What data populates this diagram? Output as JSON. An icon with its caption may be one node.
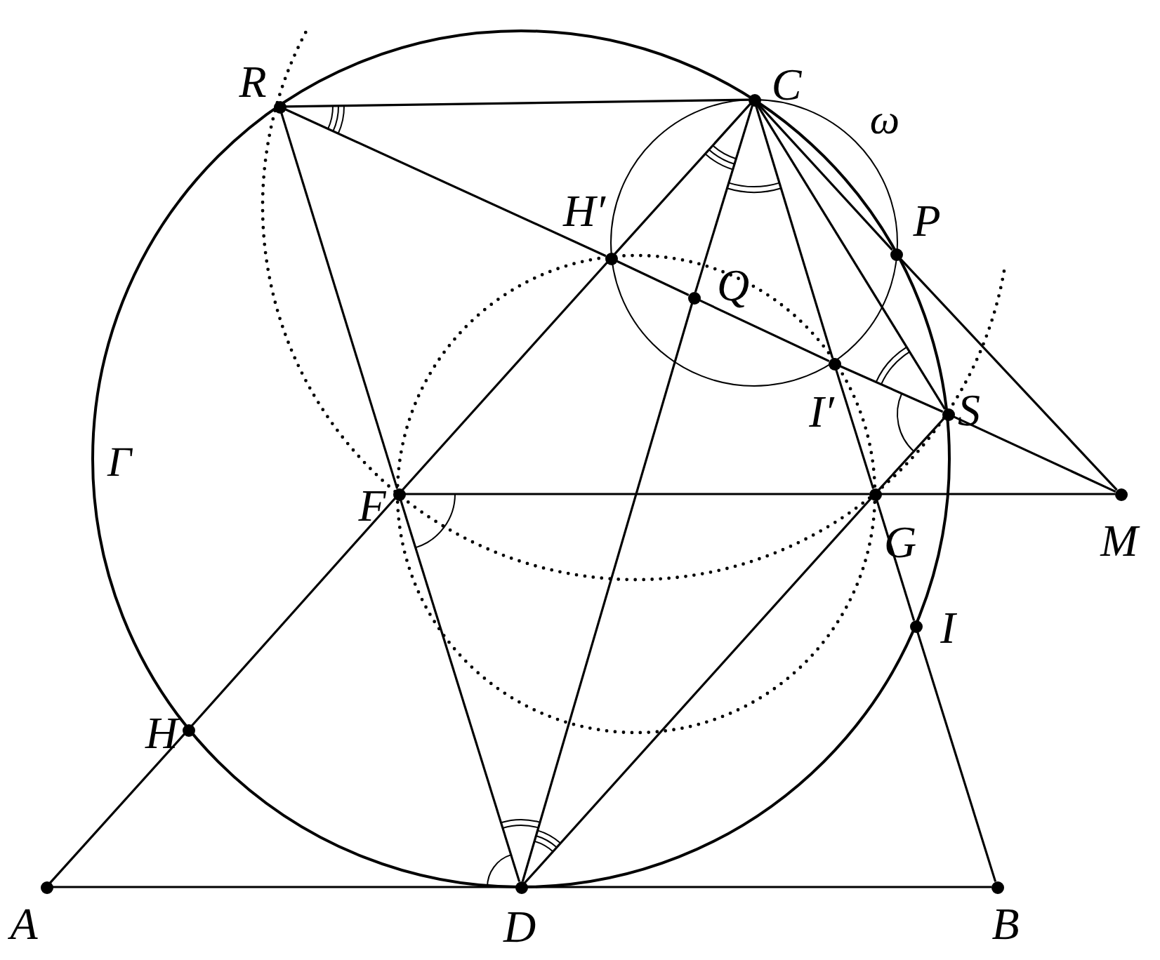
{
  "diagram": {
    "nodes": [
      {
        "text": [],
        "shape": "circle",
        "beside": [
          "R"
        ]
      },
      {
        "text": [],
        "shape": "circle",
        "beside": [
          "C"
        ]
      },
      {
        "text": [],
        "shape": "circle",
        "beside": [
          "H′"
        ]
      },
      {
        "text": [],
        "shape": "circle",
        "beside": [
          "Q"
        ]
      },
      {
        "text": [],
        "shape": "circle",
        "beside": [
          "P"
        ]
      },
      {
        "text": [],
        "shape": "circle",
        "beside": [
          "I′"
        ]
      },
      {
        "text": [],
        "shape": "circle",
        "beside": [
          "S"
        ]
      },
      {
        "text": [],
        "shape": "circle",
        "beside": [
          "F"
        ]
      },
      {
        "text": [],
        "shape": "circle",
        "beside": [
          "G"
        ]
      },
      {
        "text": [],
        "shape": "circle",
        "beside": [
          "M"
        ]
      },
      {
        "text": [],
        "shape": "circle",
        "beside": [
          "I"
        ]
      },
      {
        "text": [],
        "shape": "circle",
        "beside": [
          "H"
        ]
      },
      {
        "text": [],
        "shape": "circle",
        "beside": [
          "A"
        ]
      },
      {
        "text": [],
        "shape": "circle",
        "beside": [
          "D"
        ]
      },
      {
        "text": [],
        "shape": "circle",
        "beside": [
          "B"
        ]
      }
    ],
    "edges": [
      {
        "from": 12,
        "to": 11,
        "arrow": "none"
      },
      {
        "from": 11,
        "to": 7,
        "arrow": "none"
      },
      {
        "from": 7,
        "to": 2,
        "arrow": "none"
      },
      {
        "from": 2,
        "to": 1,
        "arrow": "none"
      },
      {
        "from": 12,
        "to": 13,
        "arrow": "none"
      },
      {
        "from": 13,
        "to": 14,
        "arrow": "none"
      },
      {
        "from": 14,
        "to": 10,
        "arrow": "none"
      },
      {
        "from": 10,
        "to": 8,
        "arrow": "none"
      },
      {
        "from": 8,
        "to": 5,
        "arrow": "none"
      },
      {
        "from": 5,
        "to": 1,
        "arrow": "none"
      },
      {
        "from": 13,
        "to": 3,
        "arrow": "none"
      },
      {
        "from": 3,
        "to": 1,
        "arrow": "none"
      },
      {
        "from": 0,
        "to": 1,
        "arrow": "none"
      },
      {
        "from": 0,
        "to": 2,
        "arrow": "none"
      },
      {
        "from": 2,
        "to": 3,
        "arrow": "none"
      },
      {
        "from": 3,
        "to": 5,
        "arrow": "none"
      },
      {
        "from": 5,
        "to": 6,
        "arrow": "none"
      },
      {
        "from": 6,
        "to": 9,
        "arrow": "none"
      },
      {
        "from": 7,
        "to": 8,
        "arrow": "none"
      },
      {
        "from": 8,
        "to": 9,
        "arrow": "none"
      },
      {
        "from": 0,
        "to": 7,
        "arrow": "none"
      },
      {
        "from": 7,
        "to": 13,
        "arrow": "none"
      },
      {
        "from": 13,
        "to": 8,
        "arrow": "none"
      },
      {
        "from": 8,
        "to": 6,
        "arrow": "none"
      },
      {
        "from": 1,
        "to": 6,
        "arrow": "none"
      },
      {
        "from": 1,
        "to": 4,
        "arrow": "none"
      },
      {
        "from": 4,
        "to": 9,
        "arrow": "none"
      }
    ],
    "labels": [
      "ω",
      "Γ"
    ]
  }
}
